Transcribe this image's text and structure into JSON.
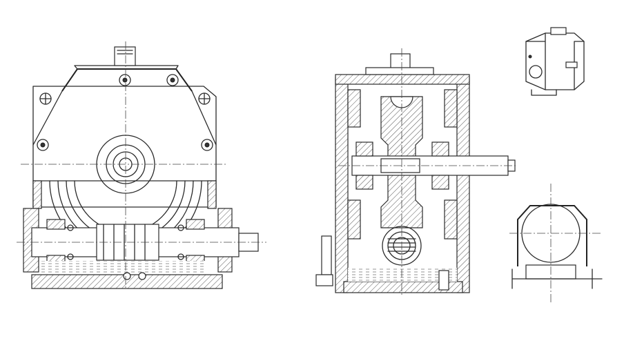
{
  "drawing": {
    "views": [
      {
        "id": "front-section"
      },
      {
        "id": "side-section"
      },
      {
        "id": "isometric-sketch"
      },
      {
        "id": "schematic"
      }
    ]
  },
  "colors": {
    "ink": "#2a2a2a",
    "paper": "#ffffff"
  }
}
